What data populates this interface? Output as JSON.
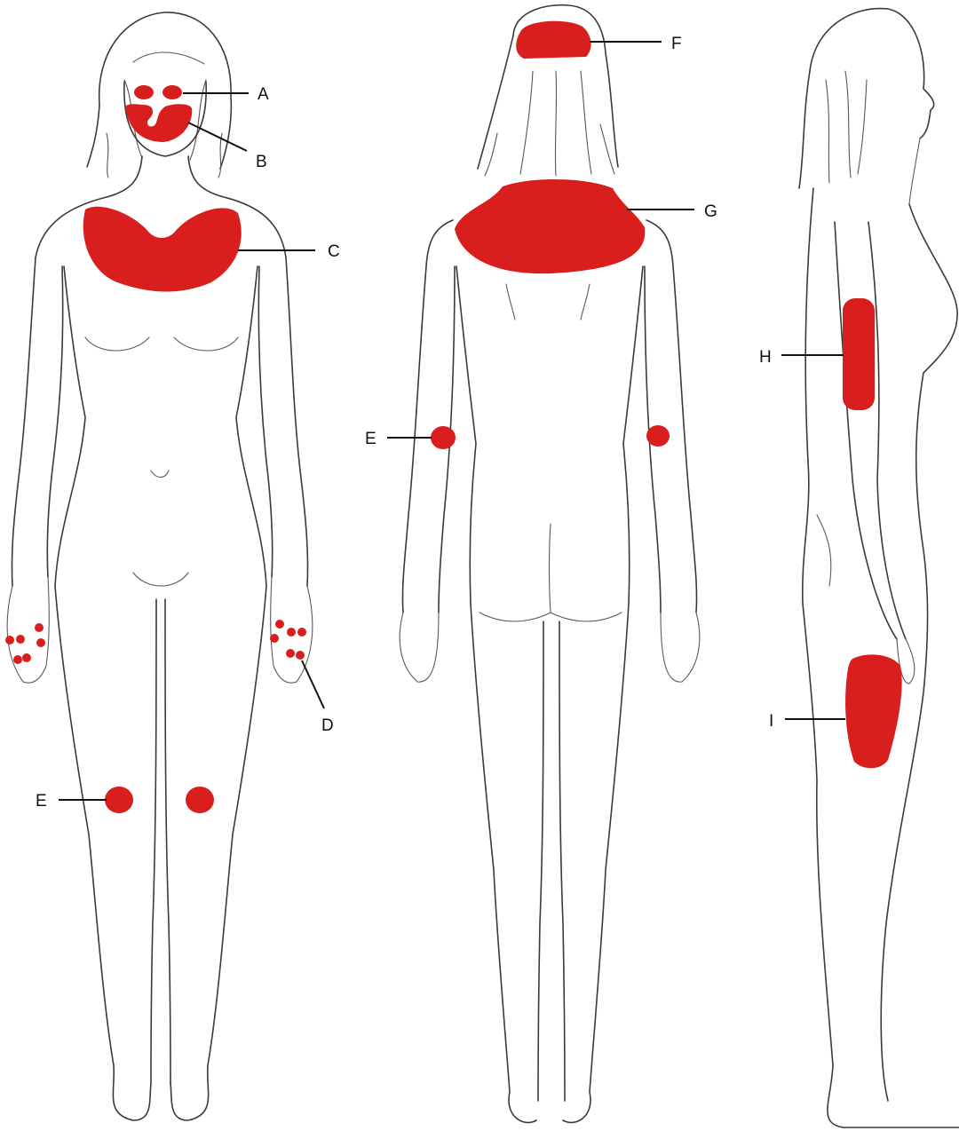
{
  "figure": {
    "views": [
      "front",
      "back",
      "side"
    ],
    "patch_color": "#d91e1e",
    "outline_color": "#3a3a3a"
  },
  "labels": {
    "A": "A",
    "B": "B",
    "C": "C",
    "D": "D",
    "E_front": "E",
    "E_back": "E",
    "F": "F",
    "G": "G",
    "H": "H",
    "I": "I"
  }
}
